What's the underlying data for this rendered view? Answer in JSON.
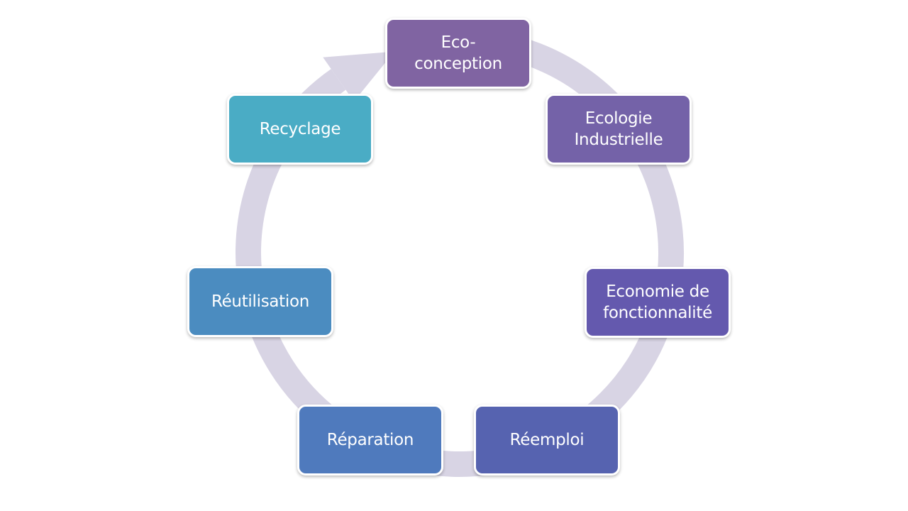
{
  "diagram": {
    "type": "cycle",
    "ring_color": "#d8d4e4",
    "direction": "clockwise",
    "nodes": [
      {
        "label": "Eco-\nconception",
        "color": "#8064a2"
      },
      {
        "label": "Ecologie\nIndustrielle",
        "color": "#7462a8"
      },
      {
        "label": "Economie de\nfonctionnalité",
        "color": "#6459ae"
      },
      {
        "label": "Réemploi",
        "color": "#5663b0"
      },
      {
        "label": "Réparation",
        "color": "#4f7abd"
      },
      {
        "label": "Réutilisation",
        "color": "#4b8cc0"
      },
      {
        "label": "Recyclage",
        "color": "#4aacc5"
      }
    ]
  }
}
